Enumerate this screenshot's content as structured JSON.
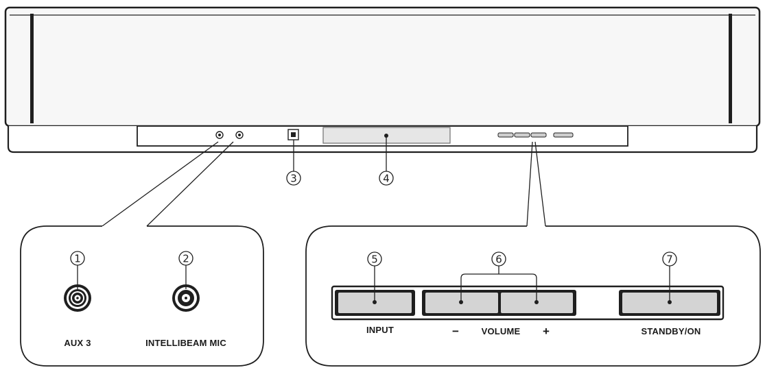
{
  "callouts": {
    "c1": "1",
    "c2": "2",
    "c3": "3",
    "c4": "4",
    "c5": "5",
    "c6": "6",
    "c7": "7"
  },
  "labels": {
    "aux3": "AUX 3",
    "intellibeam_mic": "INTELLIBEAM MIC",
    "input": "INPUT",
    "volume_minus": "−",
    "volume": "VOLUME",
    "volume_plus": "+",
    "standby_on": "STANDBY/ON"
  },
  "colors": {
    "line": "#1f1f1f",
    "panel_fill": "#f2f2f2",
    "button_fill": "#d4d4d4",
    "display_fill": "#e6e6e6"
  }
}
